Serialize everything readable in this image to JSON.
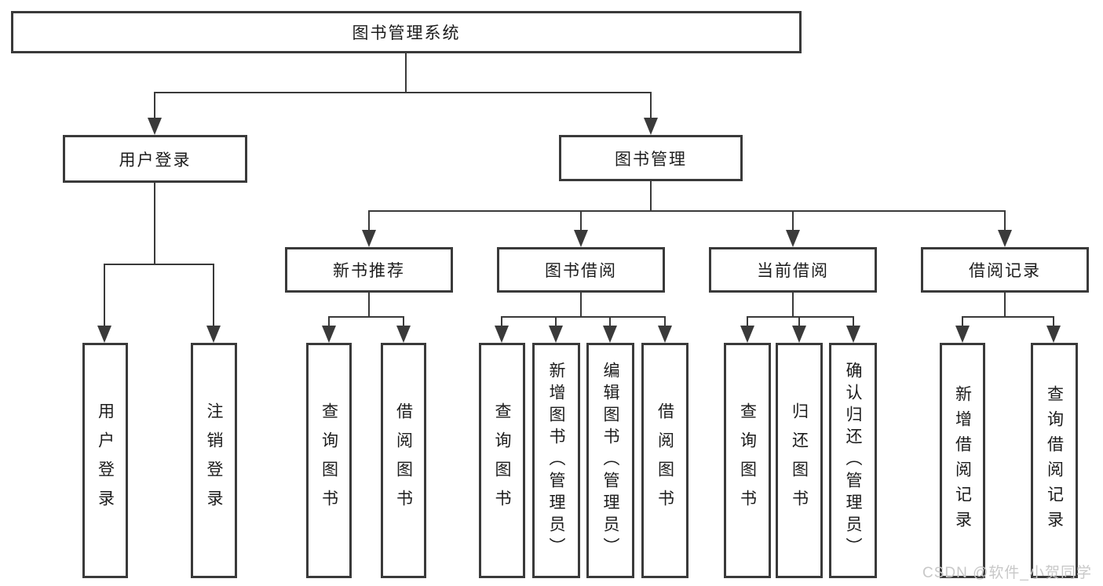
{
  "diagram_title": "图书管理系统",
  "watermark": "CSDN @软件_小贺同学",
  "colors": {
    "line": "#3a3a3a",
    "text": "#1c1c1c",
    "box_background": "#ffffff",
    "watermark": "#c8c8c8",
    "background": "#ffffff"
  },
  "root": {
    "label": "图书管理系统"
  },
  "level2": [
    {
      "label": "用户登录"
    },
    {
      "label": "图书管理"
    }
  ],
  "level3": [
    {
      "label": "新书推荐"
    },
    {
      "label": "图书借阅"
    },
    {
      "label": "当前借阅"
    },
    {
      "label": "借阅记录"
    }
  ],
  "leaves": {
    "login": [
      {
        "label": "用户登录"
      },
      {
        "label": "注销登录"
      }
    ],
    "new_books": [
      {
        "label": "查询图书"
      },
      {
        "label": "借阅图书"
      }
    ],
    "book_borrow": [
      {
        "label": "查询图书"
      },
      {
        "label": "新增图书（管理员）"
      },
      {
        "label": "编辑图书（管理员）"
      },
      {
        "label": "借阅图书"
      }
    ],
    "current_borrow": [
      {
        "label": "查询图书"
      },
      {
        "label": "归还图书"
      },
      {
        "label": "确认归还（管理员）"
      }
    ],
    "borrow_records": [
      {
        "label": "新增借阅记录"
      },
      {
        "label": "查询借阅记录"
      }
    ]
  }
}
